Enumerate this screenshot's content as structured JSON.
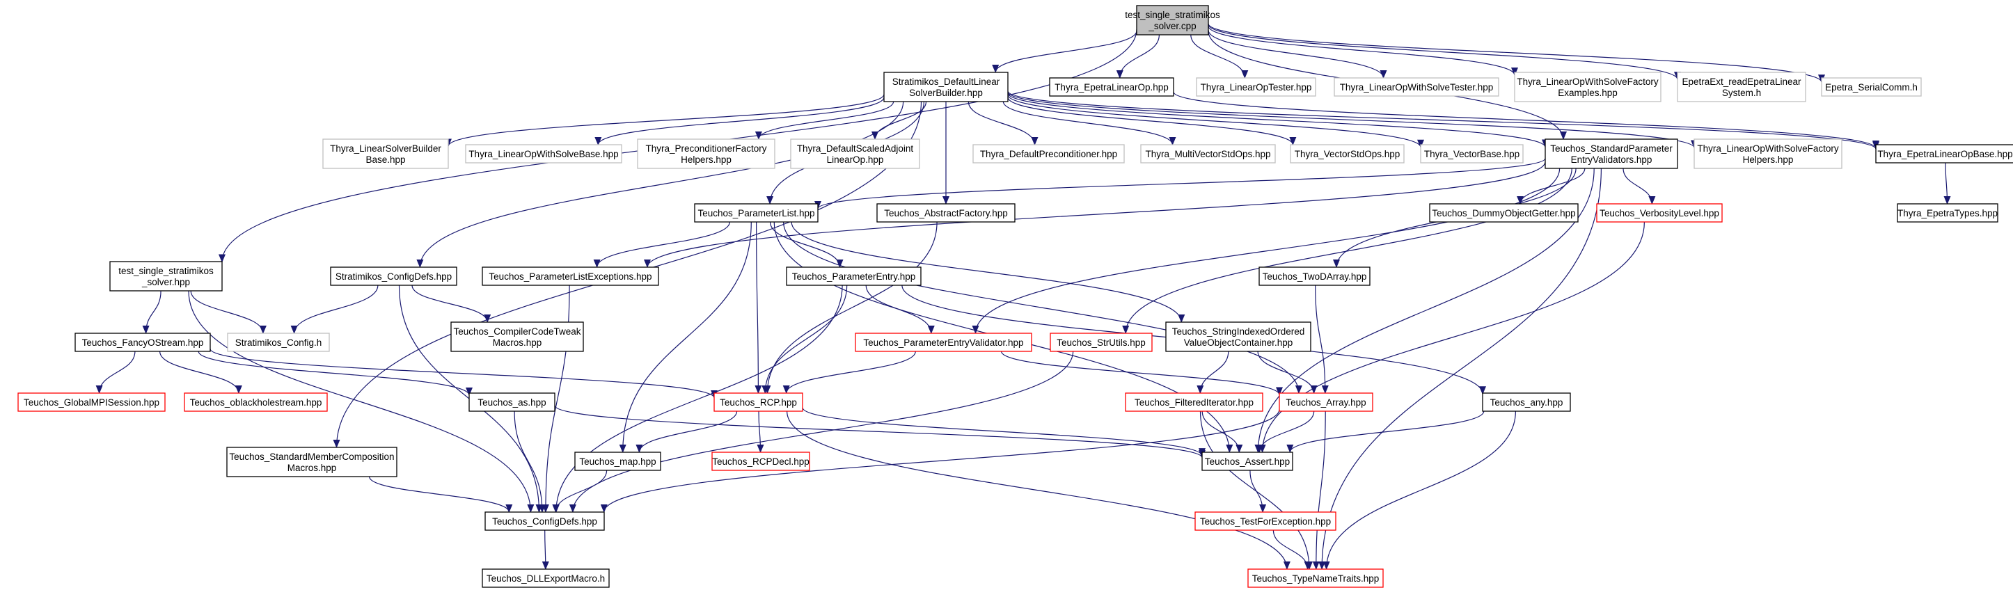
{
  "colors": {
    "edge": "#191970",
    "border_documented": "#000000",
    "border_undocumented": "#bfbfbf",
    "border_truncated": "#ff0000",
    "root_fill": "#bfbfbf",
    "node_fill": "#ffffff",
    "text": "#000000"
  },
  "diagram": {
    "root": "test_single_stratimikos_solver.cpp",
    "nodes": [
      {
        "id": "root",
        "lines": [
          "test_single_stratimikos",
          "_solver.cpp"
        ],
        "kind": "root"
      },
      {
        "id": "dlsb",
        "lines": [
          "Stratimikos_DefaultLinear",
          "SolverBuilder.hpp"
        ],
        "kind": "documented"
      },
      {
        "id": "thyraEpetraLinOp",
        "lines": [
          "Thyra_EpetraLinearOp.hpp"
        ],
        "kind": "documented"
      },
      {
        "id": "thyraLinOpTester",
        "lines": [
          "Thyra_LinearOpTester.hpp"
        ],
        "kind": "undocumented"
      },
      {
        "id": "thyraLOWSTester",
        "lines": [
          "Thyra_LinearOpWithSolveTester.hpp"
        ],
        "kind": "undocumented"
      },
      {
        "id": "thyraLOWSFExamples",
        "lines": [
          "Thyra_LinearOpWithSolveFactory",
          "Examples.hpp"
        ],
        "kind": "undocumented"
      },
      {
        "id": "epetraExtRead",
        "lines": [
          "EpetraExt_readEpetraLinear",
          "System.h"
        ],
        "kind": "undocumented"
      },
      {
        "id": "epetraSerialComm",
        "lines": [
          "Epetra_SerialComm.h"
        ],
        "kind": "undocumented"
      },
      {
        "id": "thyraLSBBase",
        "lines": [
          "Thyra_LinearSolverBuilder",
          "Base.hpp"
        ],
        "kind": "undocumented"
      },
      {
        "id": "thyraLOWSBase",
        "lines": [
          "Thyra_LinearOpWithSolveBase.hpp"
        ],
        "kind": "undocumented"
      },
      {
        "id": "thyraPrecFactHelpers",
        "lines": [
          "Thyra_PreconditionerFactory",
          "Helpers.hpp"
        ],
        "kind": "undocumented"
      },
      {
        "id": "thyraDefScaledAdj",
        "lines": [
          "Thyra_DefaultScaledAdjoint",
          "LinearOp.hpp"
        ],
        "kind": "undocumented"
      },
      {
        "id": "thyraDefPrec",
        "lines": [
          "Thyra_DefaultPreconditioner.hpp"
        ],
        "kind": "undocumented"
      },
      {
        "id": "thyraMVStdOps",
        "lines": [
          "Thyra_MultiVectorStdOps.hpp"
        ],
        "kind": "undocumented"
      },
      {
        "id": "thyraVStdOps",
        "lines": [
          "Thyra_VectorStdOps.hpp"
        ],
        "kind": "undocumented"
      },
      {
        "id": "thyraVBase",
        "lines": [
          "Thyra_VectorBase.hpp"
        ],
        "kind": "undocumented"
      },
      {
        "id": "teuchosSPEV",
        "lines": [
          "Teuchos_StandardParameter",
          "EntryValidators.hpp"
        ],
        "kind": "documented"
      },
      {
        "id": "thyraLOWSFHelpers",
        "lines": [
          "Thyra_LinearOpWithSolveFactory",
          "Helpers.hpp"
        ],
        "kind": "undocumented"
      },
      {
        "id": "thyraEpetraLinOpBase",
        "lines": [
          "Thyra_EpetraLinearOpBase.hpp"
        ],
        "kind": "documented"
      },
      {
        "id": "thyraEpetraTypes",
        "lines": [
          "Thyra_EpetraTypes.hpp"
        ],
        "kind": "documented"
      },
      {
        "id": "teuchosParamList",
        "lines": [
          "Teuchos_ParameterList.hpp"
        ],
        "kind": "documented"
      },
      {
        "id": "teuchosAbstractFactory",
        "lines": [
          "Teuchos_AbstractFactory.hpp"
        ],
        "kind": "documented"
      },
      {
        "id": "teuchosDummyObjGetter",
        "lines": [
          "Teuchos_DummyObjectGetter.hpp"
        ],
        "kind": "documented"
      },
      {
        "id": "teuchosVerbLevel",
        "lines": [
          "Teuchos_VerbosityLevel.hpp"
        ],
        "kind": "truncated"
      },
      {
        "id": "testHpp",
        "lines": [
          "test_single_stratimikos",
          "_solver.hpp"
        ],
        "kind": "documented"
      },
      {
        "id": "stratConfigDefs",
        "lines": [
          "Stratimikos_ConfigDefs.hpp"
        ],
        "kind": "documented"
      },
      {
        "id": "teuchosPLExceptions",
        "lines": [
          "Teuchos_ParameterListExceptions.hpp"
        ],
        "kind": "documented"
      },
      {
        "id": "teuchosParamEntry",
        "lines": [
          "Teuchos_ParameterEntry.hpp"
        ],
        "kind": "documented"
      },
      {
        "id": "teuchosTwoDArray",
        "lines": [
          "Teuchos_TwoDArray.hpp"
        ],
        "kind": "documented"
      },
      {
        "id": "teuchosFancyOStream",
        "lines": [
          "Teuchos_FancyOStream.hpp"
        ],
        "kind": "documented"
      },
      {
        "id": "stratConfigH",
        "lines": [
          "Stratimikos_Config.h"
        ],
        "kind": "undocumented"
      },
      {
        "id": "teuchosCompilerCodeTweak",
        "lines": [
          "Teuchos_CompilerCodeTweak",
          "Macros.hpp"
        ],
        "kind": "documented"
      },
      {
        "id": "teuchosPEValidator",
        "lines": [
          "Teuchos_ParameterEntryValidator.hpp"
        ],
        "kind": "truncated"
      },
      {
        "id": "teuchosStrUtils",
        "lines": [
          "Teuchos_StrUtils.hpp"
        ],
        "kind": "truncated"
      },
      {
        "id": "teuchosSIOVOC",
        "lines": [
          "Teuchos_StringIndexedOrdered",
          "ValueObjectContainer.hpp"
        ],
        "kind": "documented"
      },
      {
        "id": "teuchosGlobalMPI",
        "lines": [
          "Teuchos_GlobalMPISession.hpp"
        ],
        "kind": "truncated"
      },
      {
        "id": "teuchosOblackhole",
        "lines": [
          "Teuchos_oblackholestream.hpp"
        ],
        "kind": "truncated"
      },
      {
        "id": "teuchosAs",
        "lines": [
          "Teuchos_as.hpp"
        ],
        "kind": "documented"
      },
      {
        "id": "teuchosRCP",
        "lines": [
          "Teuchos_RCP.hpp"
        ],
        "kind": "truncated"
      },
      {
        "id": "teuchosFilteredIter",
        "lines": [
          "Teuchos_FilteredIterator.hpp"
        ],
        "kind": "truncated"
      },
      {
        "id": "teuchosArray",
        "lines": [
          "Teuchos_Array.hpp"
        ],
        "kind": "truncated"
      },
      {
        "id": "teuchosAny",
        "lines": [
          "Teuchos_any.hpp"
        ],
        "kind": "documented"
      },
      {
        "id": "teuchosSMCMacros",
        "lines": [
          "Teuchos_StandardMemberComposition",
          "Macros.hpp"
        ],
        "kind": "documented"
      },
      {
        "id": "teuchosMap",
        "lines": [
          "Teuchos_map.hpp"
        ],
        "kind": "documented"
      },
      {
        "id": "teuchosRCPDecl",
        "lines": [
          "Teuchos_RCPDecl.hpp"
        ],
        "kind": "truncated"
      },
      {
        "id": "teuchosAssert",
        "lines": [
          "Teuchos_Assert.hpp"
        ],
        "kind": "documented"
      },
      {
        "id": "teuchosConfigDefs",
        "lines": [
          "Teuchos_ConfigDefs.hpp"
        ],
        "kind": "documented"
      },
      {
        "id": "teuchosTestForException",
        "lines": [
          "Teuchos_TestForException.hpp"
        ],
        "kind": "truncated"
      },
      {
        "id": "teuchosDLLExport",
        "lines": [
          "Teuchos_DLLExportMacro.h"
        ],
        "kind": "documented"
      },
      {
        "id": "teuchosTypeNameTraits",
        "lines": [
          "Teuchos_TypeNameTraits.hpp"
        ],
        "kind": "truncated"
      }
    ],
    "edges": [
      [
        "root",
        "dlsb"
      ],
      [
        "root",
        "thyraEpetraLinOp"
      ],
      [
        "root",
        "thyraLinOpTester"
      ],
      [
        "root",
        "thyraLOWSTester"
      ],
      [
        "root",
        "thyraLOWSFExamples"
      ],
      [
        "root",
        "epetraExtRead"
      ],
      [
        "root",
        "epetraSerialComm"
      ],
      [
        "root",
        "testHpp"
      ],
      [
        "root",
        "teuchosSPEV"
      ],
      [
        "dlsb",
        "thyraLSBBase"
      ],
      [
        "dlsb",
        "thyraLOWSBase"
      ],
      [
        "dlsb",
        "thyraPrecFactHelpers"
      ],
      [
        "dlsb",
        "thyraDefScaledAdj"
      ],
      [
        "dlsb",
        "thyraDefPrec"
      ],
      [
        "dlsb",
        "thyraMVStdOps"
      ],
      [
        "dlsb",
        "thyraVStdOps"
      ],
      [
        "dlsb",
        "thyraVBase"
      ],
      [
        "dlsb",
        "teuchosSPEV"
      ],
      [
        "dlsb",
        "thyraLOWSFHelpers"
      ],
      [
        "dlsb",
        "thyraEpetraLinOpBase"
      ],
      [
        "dlsb",
        "teuchosAbstractFactory"
      ],
      [
        "dlsb",
        "teuchosParamList"
      ],
      [
        "dlsb",
        "stratConfigDefs"
      ],
      [
        "dlsb",
        "teuchosSMCMacros"
      ],
      [
        "thyraEpetraLinOp",
        "thyraEpetraLinOpBase"
      ],
      [
        "thyraEpetraLinOpBase",
        "thyraEpetraTypes"
      ],
      [
        "teuchosSPEV",
        "teuchosParamList"
      ],
      [
        "teuchosSPEV",
        "teuchosDummyObjGetter"
      ],
      [
        "teuchosSPEV",
        "teuchosVerbLevel"
      ],
      [
        "teuchosSPEV",
        "teuchosTwoDArray"
      ],
      [
        "teuchosSPEV",
        "teuchosStrUtils"
      ],
      [
        "teuchosSPEV",
        "teuchosPEValidator"
      ],
      [
        "teuchosSPEV",
        "teuchosPLExceptions"
      ],
      [
        "teuchosSPEV",
        "teuchosAssert"
      ],
      [
        "teuchosSPEV",
        "teuchosTypeNameTraits"
      ],
      [
        "teuchosParamList",
        "teuchosPLExceptions"
      ],
      [
        "teuchosParamList",
        "teuchosParamEntry"
      ],
      [
        "teuchosParamList",
        "teuchosSIOVOC"
      ],
      [
        "teuchosParamList",
        "teuchosRCP"
      ],
      [
        "teuchosParamList",
        "teuchosMap"
      ],
      [
        "teuchosParamList",
        "teuchosAssert"
      ],
      [
        "teuchosParamList",
        "teuchosArray"
      ],
      [
        "teuchosParamEntry",
        "teuchosPEValidator"
      ],
      [
        "teuchosParamEntry",
        "teuchosRCP"
      ],
      [
        "teuchosParamEntry",
        "teuchosAny"
      ],
      [
        "teuchosParamEntry",
        "teuchosConfigDefs"
      ],
      [
        "teuchosAbstractFactory",
        "teuchosRCP"
      ],
      [
        "teuchosVerbLevel",
        "teuchosAssert"
      ],
      [
        "teuchosTwoDArray",
        "teuchosArray"
      ],
      [
        "testHpp",
        "teuchosFancyOStream"
      ],
      [
        "testHpp",
        "stratConfigH"
      ],
      [
        "testHpp",
        "teuchosConfigDefs"
      ],
      [
        "stratConfigDefs",
        "stratConfigH"
      ],
      [
        "stratConfigDefs",
        "teuchosCompilerCodeTweak"
      ],
      [
        "stratConfigDefs",
        "teuchosConfigDefs"
      ],
      [
        "teuchosPLExceptions",
        "teuchosConfigDefs"
      ],
      [
        "teuchosFancyOStream",
        "teuchosGlobalMPI"
      ],
      [
        "teuchosFancyOStream",
        "teuchosOblackhole"
      ],
      [
        "teuchosFancyOStream",
        "teuchosAs"
      ],
      [
        "teuchosFancyOStream",
        "teuchosRCP"
      ],
      [
        "teuchosPEValidator",
        "teuchosRCP"
      ],
      [
        "teuchosPEValidator",
        "teuchosArray"
      ],
      [
        "teuchosStrUtils",
        "teuchosConfigDefs"
      ],
      [
        "teuchosSIOVOC",
        "teuchosFilteredIter"
      ],
      [
        "teuchosSIOVOC",
        "teuchosArray"
      ],
      [
        "teuchosAs",
        "teuchosConfigDefs"
      ],
      [
        "teuchosAs",
        "teuchosAssert"
      ],
      [
        "teuchosRCP",
        "teuchosRCPDecl"
      ],
      [
        "teuchosRCP",
        "teuchosMap"
      ],
      [
        "teuchosRCP",
        "teuchosAssert"
      ],
      [
        "teuchosRCP",
        "teuchosTypeNameTraits"
      ],
      [
        "teuchosFilteredIter",
        "teuchosAssert"
      ],
      [
        "teuchosFilteredIter",
        "teuchosTypeNameTraits"
      ],
      [
        "teuchosArray",
        "teuchosAssert"
      ],
      [
        "teuchosArray",
        "teuchosConfigDefs"
      ],
      [
        "teuchosArray",
        "teuchosTypeNameTraits"
      ],
      [
        "teuchosAny",
        "teuchosAssert"
      ],
      [
        "teuchosAny",
        "teuchosTypeNameTraits"
      ],
      [
        "teuchosSMCMacros",
        "teuchosConfigDefs"
      ],
      [
        "teuchosMap",
        "teuchosConfigDefs"
      ],
      [
        "teuchosAssert",
        "teuchosTestForException"
      ],
      [
        "teuchosTestForException",
        "teuchosTypeNameTraits"
      ],
      [
        "teuchosConfigDefs",
        "teuchosDLLExport"
      ]
    ]
  }
}
